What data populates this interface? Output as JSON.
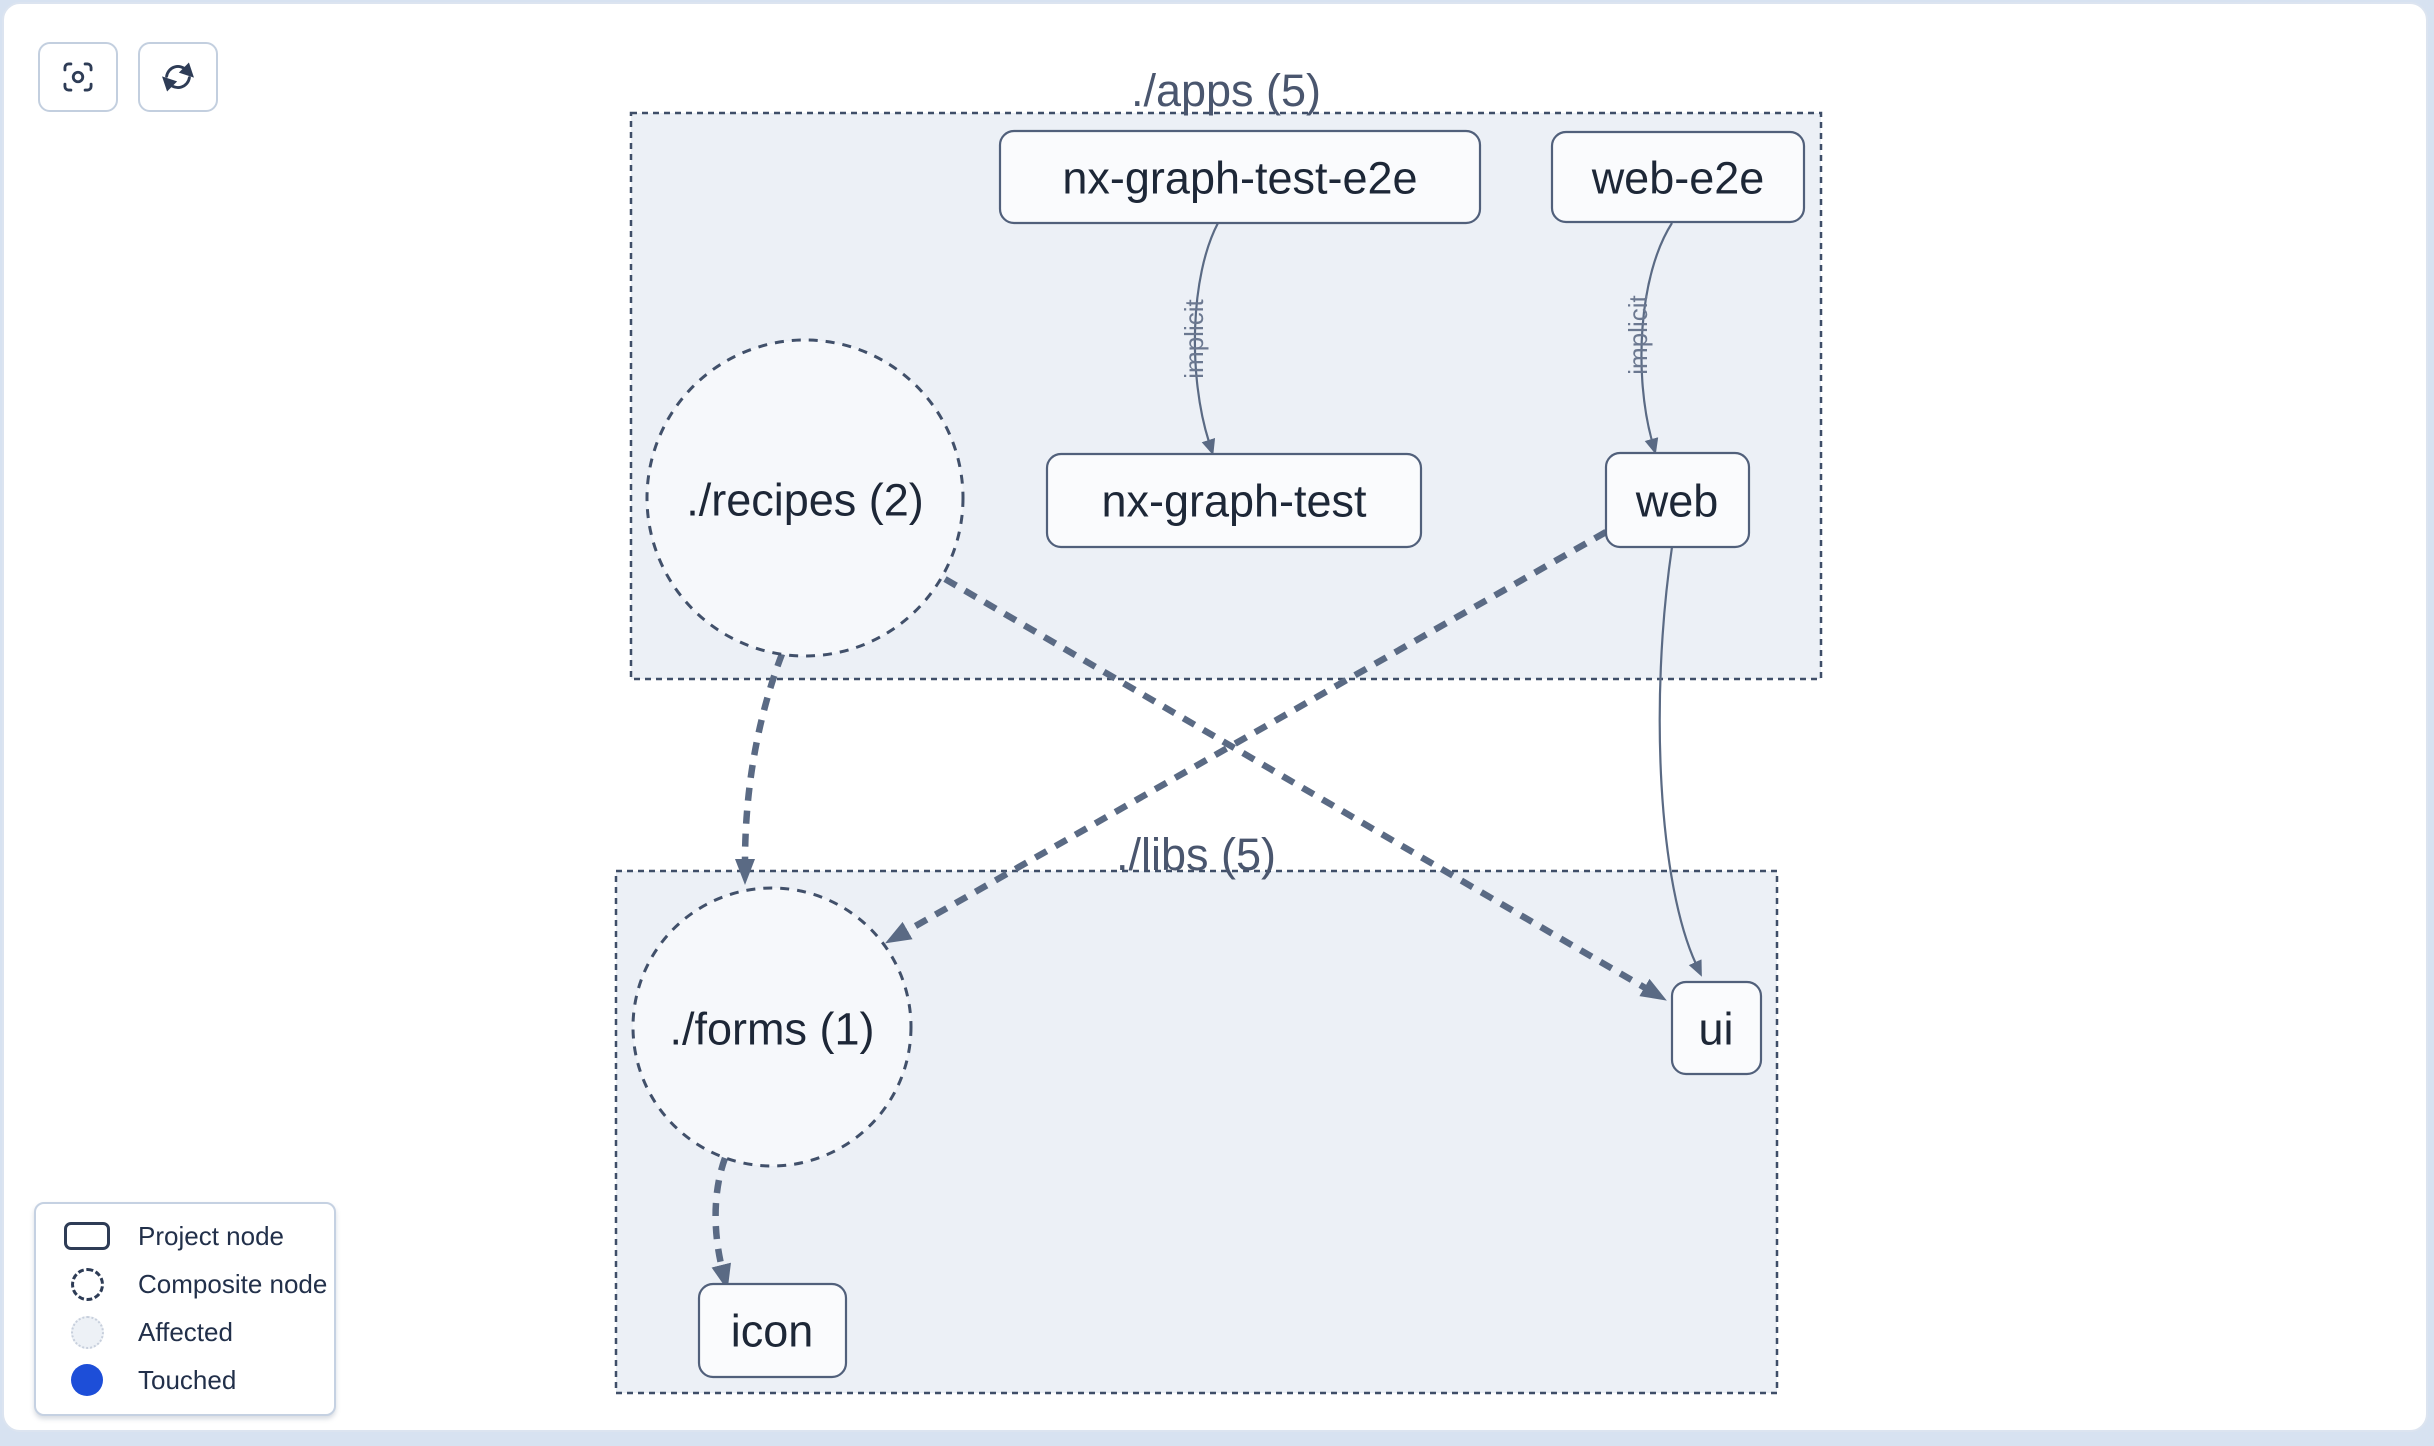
{
  "toolbar": {
    "buttons": [
      {
        "icon": "center-viewfinder-icon"
      },
      {
        "icon": "refresh-icon"
      }
    ]
  },
  "graph": {
    "clusters": [
      {
        "id": "apps",
        "label": "./apps (5)"
      },
      {
        "id": "libs",
        "label": "./libs (5)"
      }
    ],
    "composite_nodes": [
      {
        "id": "recipes",
        "label": "./recipes (2)"
      },
      {
        "id": "forms",
        "label": "./forms (1)"
      }
    ],
    "project_nodes": [
      {
        "id": "nx-graph-test-e2e",
        "label": "nx-graph-test-e2e"
      },
      {
        "id": "web-e2e",
        "label": "web-e2e"
      },
      {
        "id": "nx-graph-test",
        "label": "nx-graph-test"
      },
      {
        "id": "web",
        "label": "web"
      },
      {
        "id": "ui",
        "label": "ui"
      },
      {
        "id": "icon",
        "label": "icon"
      }
    ],
    "edges": [
      {
        "from": "nx-graph-test-e2e",
        "to": "nx-graph-test",
        "label": "implicit",
        "style": "solid"
      },
      {
        "from": "web-e2e",
        "to": "web",
        "label": "implicit",
        "style": "solid"
      },
      {
        "from": "./recipes (2)",
        "to": "./forms (1)",
        "label": "",
        "style": "dashed"
      },
      {
        "from": "./recipes (2)",
        "to": "ui",
        "label": "",
        "style": "dashed"
      },
      {
        "from": "web",
        "to": "./forms (1)",
        "label": "",
        "style": "dashed"
      },
      {
        "from": "web",
        "to": "ui",
        "label": "",
        "style": "solid"
      },
      {
        "from": "./forms (1)",
        "to": "icon",
        "label": "",
        "style": "dashed"
      }
    ]
  },
  "legend": {
    "items": [
      {
        "swatch": "project-node",
        "label": "Project node"
      },
      {
        "swatch": "composite-node",
        "label": "Composite node"
      },
      {
        "swatch": "affected",
        "label": "Affected"
      },
      {
        "swatch": "touched",
        "label": "Touched",
        "color": "#1d4ed8"
      }
    ]
  },
  "colors": {
    "touched_blue": "#1d4ed8",
    "cluster_fill": "#ecf0f6",
    "node_fill": "#fafbfd",
    "edge": "#5a6a84",
    "page_background": "#d7e2f1"
  }
}
